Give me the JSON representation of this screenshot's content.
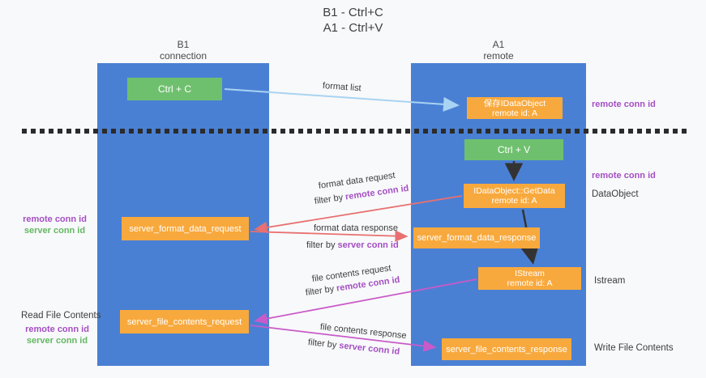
{
  "title": {
    "line1": "B1 - Ctrl+C",
    "line2": "A1 - Ctrl+V"
  },
  "columns": {
    "left": {
      "name": "B1",
      "subtitle": "connection"
    },
    "right": {
      "name": "A1",
      "subtitle": "remote"
    }
  },
  "boxes": {
    "ctrl_c": {
      "label": "Ctrl + C"
    },
    "ctrl_v": {
      "label": "Ctrl + V"
    },
    "save_dataobject": {
      "line1": "保存IDataObject",
      "line2": "remote id: A"
    },
    "getdata": {
      "line1": "IDataObject::GetData",
      "line2": "remote id: A"
    },
    "istream": {
      "line1": "IStream",
      "line2": "remote id: A"
    },
    "format_request": {
      "label": "server_format_data_request"
    },
    "format_response": {
      "label": "server_format_data_response"
    },
    "file_request": {
      "label": "server_file_contents_request"
    },
    "file_response": {
      "label": "server_file_contents_response"
    }
  },
  "arrows": {
    "format_list": {
      "label": "format list"
    },
    "format_data_request": {
      "label": "format data request",
      "filter_prefix": "filter by ",
      "filter_key": "remote conn id"
    },
    "format_data_response": {
      "label": "format data response",
      "filter_prefix": "filter by ",
      "filter_key": "server conn id"
    },
    "file_contents_request": {
      "label": "file contents request",
      "filter_prefix": "filter by ",
      "filter_key": "remote conn id"
    },
    "file_contents_response": {
      "label": "file contents response",
      "filter_prefix": "filter by ",
      "filter_key": "server conn id"
    }
  },
  "side_labels": {
    "right_remote_conn_top": "remote conn id",
    "right_remote_conn_mid": "remote conn id",
    "right_dataobject": "DataObject",
    "right_istream": "Istream",
    "right_write_file": "Write File Contents",
    "left_remote_conn_top": "remote conn id",
    "left_server_conn_top": "server conn id",
    "left_read_file": "Read File Contents",
    "left_remote_conn_bottom": "remote conn id",
    "left_server_conn_bottom": "server conn id"
  },
  "colors": {
    "column_blue": "#4a80d4",
    "box_green": "#6fc06e",
    "box_orange": "#f8a93d",
    "purple_text": "#a34fc3",
    "green_text": "#63b863",
    "arrow_lightblue": "#a9d3f2",
    "arrow_red": "#e87070",
    "arrow_magenta": "#c95ac9",
    "arrow_black": "#333333",
    "dashed_line": "#2b2b2b",
    "background": "#f8f9fa"
  }
}
